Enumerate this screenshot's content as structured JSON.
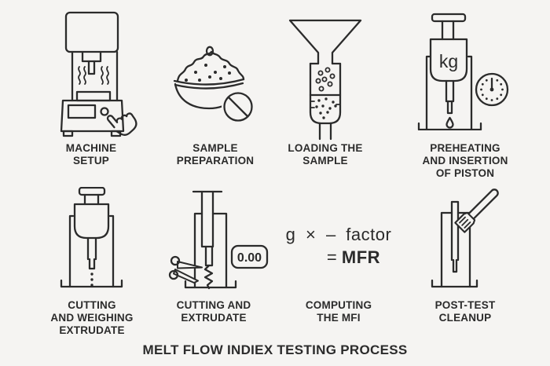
{
  "palette": {
    "background": "#f5f4f2",
    "ink": "#2b2b2b"
  },
  "title": "MELT FLOW INDIEX TESTING PROCESS",
  "steps": [
    {
      "name": "machine-setup",
      "icon": "testing-machine-with-hand-icon",
      "label_lines": [
        "MACHINE",
        "SETUP"
      ]
    },
    {
      "name": "sample-preparation",
      "icon": "bowl-of-pellets-no-sign-icon",
      "label_lines": [
        "SAMPLE",
        "PREPARATION"
      ]
    },
    {
      "name": "loading-the-sample",
      "icon": "funnel-into-barrel-icon",
      "label_lines": [
        "LOADING THE",
        "SAMPLE"
      ]
    },
    {
      "name": "preheating-and-insertion-of-piston",
      "icon": "weighted-piston-timer-icon",
      "weight_label": "kg",
      "label_lines": [
        "PREHEATING",
        "AND INSERTION",
        "OF PISTON"
      ]
    },
    {
      "name": "cutting-and-weighing-extrudate",
      "icon": "piston-extrudate-drops-icon",
      "label_lines": [
        "CUTTING",
        "AND WEIGHING",
        "EXTRUDATE"
      ]
    },
    {
      "name": "cutting-and-extrudate",
      "icon": "scissors-cutting-extrudate-icon",
      "display_value": "0.00",
      "label_lines": [
        "CUTTING AND",
        "EXTRUDATE"
      ]
    },
    {
      "name": "computing-the-mfi",
      "icon": "formula-text",
      "formula": {
        "expression": "g × – factor",
        "equals": "=",
        "result": "MFR"
      },
      "label_lines": [
        "COMPUTING",
        "THE MFI"
      ]
    },
    {
      "name": "post-test-cleanup",
      "icon": "brush-cleaning-barrel-icon",
      "label_lines": [
        "POST-TEST",
        "CLEANUP"
      ]
    }
  ]
}
